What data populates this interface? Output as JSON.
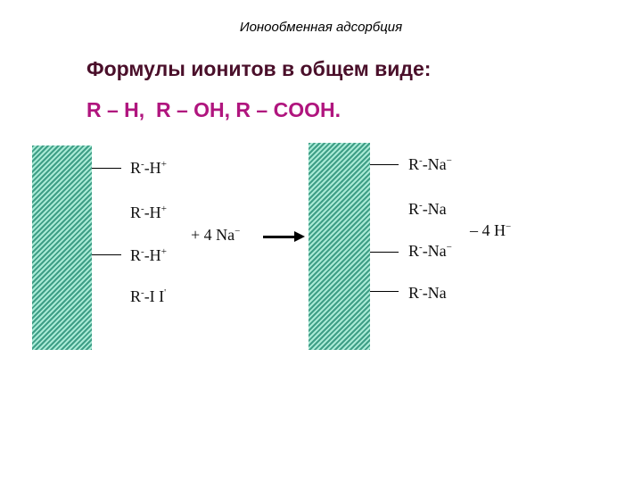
{
  "slide": {
    "title": "Ионообменная адсорбция",
    "heading": "Формулы ионитов в общем виде:",
    "formulas": "R – H,  R – OH, R – COOH.",
    "colors": {
      "heading": "#4a0f2a",
      "formulas": "#b0157e",
      "panel_dark": "#3e9e86",
      "panel_light": "#a9ead6"
    }
  },
  "diagram": {
    "left_groups": [
      {
        "base": "R",
        "base_sup": "-",
        "ion": "-H",
        "ion_sup": "+"
      },
      {
        "base": "R",
        "base_sup": "-",
        "ion": "-H",
        "ion_sup": "+"
      },
      {
        "base": "R",
        "base_sup": "-",
        "ion": "-H",
        "ion_sup": "+"
      },
      {
        "base": "R",
        "base_sup": "-",
        "ion": "-I I",
        "ion_sup": "'"
      }
    ],
    "reagent": "+ 4 Na",
    "reagent_sup": "−",
    "right_groups": [
      {
        "base": "R",
        "base_sup": "-",
        "ion": "-Na",
        "ion_sup": "−"
      },
      {
        "base": "R",
        "base_sup": "-",
        "ion": "-Na",
        "ion_sup": ""
      },
      {
        "base": "R",
        "base_sup": "-",
        "ion": "-Na",
        "ion_sup": "−"
      },
      {
        "base": "R",
        "base_sup": "-",
        "ion": "-Na",
        "ion_sup": ""
      }
    ],
    "product": "– 4 H",
    "product_sup": "−"
  }
}
